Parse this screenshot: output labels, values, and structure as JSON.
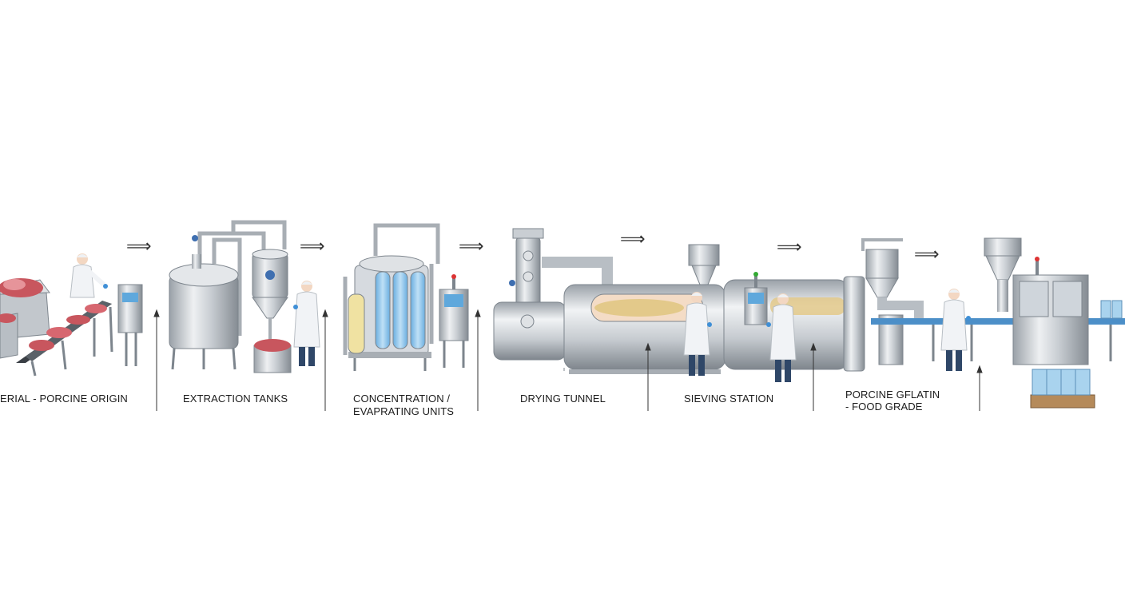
{
  "stages": [
    {
      "id": "raw-material",
      "label": "ERIAL - PORCINE ORIGIN"
    },
    {
      "id": "extraction",
      "label": "EXTRACTION TANKS"
    },
    {
      "id": "concentration",
      "label_line1": "CONCENTRATION /",
      "label_line2": "EVAPRATING UNITS"
    },
    {
      "id": "drying",
      "label": "DRYING TUNNEL"
    },
    {
      "id": "sieving",
      "label": "SIEVING STATION"
    },
    {
      "id": "packaging",
      "label_line1": "PORCINE GFLATIN",
      "label_line2": "- FOOD GRADE"
    }
  ],
  "flow_arrow_glyph": "⟹",
  "colors": {
    "steel_light": "#e4e7ea",
    "steel_mid": "#b8bec4",
    "steel_dark": "#7d858d",
    "meat": "#c8565e",
    "meat_light": "#e6949a",
    "coat": "#f1f3f6",
    "trousers": "#2f4768",
    "glove": "#3f8fd6",
    "screen": "#5fa8dc",
    "gelatin": "#e3c98a",
    "liquid": "#8fc3ea",
    "liquid_yellow": "#f0e2a2",
    "package": "#a9d3ee",
    "pallet": "#b58a5a"
  }
}
